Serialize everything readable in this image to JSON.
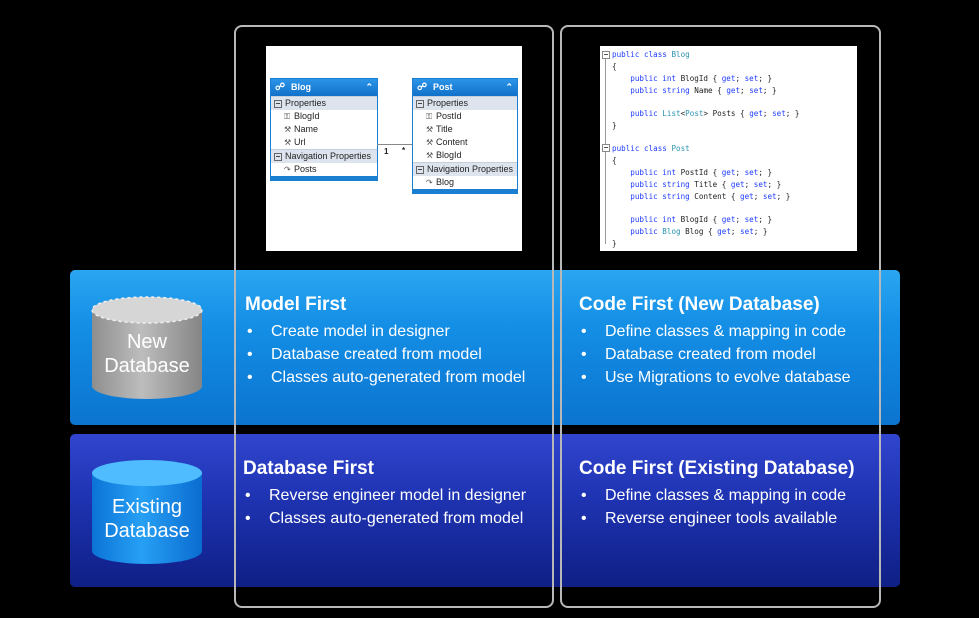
{
  "rows": {
    "new_database": {
      "line1": "New",
      "line2": "Database"
    },
    "existing_database": {
      "line1": "Existing",
      "line2": "Database"
    }
  },
  "quadrants": {
    "model_first": {
      "title": "Model First",
      "items": [
        "Create model in designer",
        "Database created from model",
        "Classes auto-generated from model"
      ]
    },
    "code_first_new": {
      "title": "Code First (New Database)",
      "items": [
        "Define classes & mapping in code",
        "Database created from model",
        "Use Migrations to evolve database"
      ]
    },
    "database_first": {
      "title": "Database First",
      "items": [
        "Reverse engineer model in designer",
        "Classes auto-generated from model"
      ]
    },
    "code_first_existing": {
      "title": "Code First (Existing Database)",
      "items": [
        "Define classes & mapping in code",
        "Reverse engineer tools available"
      ]
    }
  },
  "designer": {
    "blog": {
      "name": "Blog",
      "properties_label": "Properties",
      "properties": [
        "BlogId",
        "Name",
        "Url"
      ],
      "nav_label": "Navigation Properties",
      "nav": [
        "Posts"
      ]
    },
    "post": {
      "name": "Post",
      "properties_label": "Properties",
      "properties": [
        "PostId",
        "Title",
        "Content",
        "BlogId"
      ],
      "nav_label": "Navigation Properties",
      "nav": [
        "Blog"
      ]
    },
    "assoc_one": "1",
    "assoc_many": "*"
  },
  "code": {
    "l1a": "public class ",
    "l1b": "Blog",
    "l2": "{",
    "l3a": "    public int ",
    "l3b": "BlogId { ",
    "l3c": "get",
    "l3d": "; ",
    "l3e": "set",
    "l3f": "; }",
    "l4a": "    public string ",
    "l4b": "Name { ",
    "l4c": "get",
    "l4d": "; ",
    "l4e": "set",
    "l4f": "; }",
    "l5a": "    public ",
    "l5b": "List",
    "l5c": "<",
    "l5d": "Post",
    "l5e": "> Posts { ",
    "l5f": "get",
    "l5g": "; ",
    "l5h": "set",
    "l5i": "; }",
    "l6": "}",
    "l7a": "public class ",
    "l7b": "Post",
    "l8": "{",
    "l9a": "    public int ",
    "l9b": "PostId { ",
    "l9c": "get",
    "l9d": "; ",
    "l9e": "set",
    "l9f": "; }",
    "l10a": "    public string ",
    "l10b": "Title { ",
    "l10c": "get",
    "l10d": "; ",
    "l10e": "set",
    "l10f": "; }",
    "l11a": "    public string ",
    "l11b": "Content { ",
    "l11c": "get",
    "l11d": "; ",
    "l11e": "set",
    "l11f": "; }",
    "l12a": "    public int ",
    "l12b": "BlogId { ",
    "l12c": "get",
    "l12d": "; ",
    "l12e": "set",
    "l12f": "; }",
    "l13a": "    public ",
    "l13b": "Blog",
    "l13c": " Blog { ",
    "l13d": "get",
    "l13e": "; ",
    "l13f": "set",
    "l13g": "; }",
    "l14": "}"
  }
}
